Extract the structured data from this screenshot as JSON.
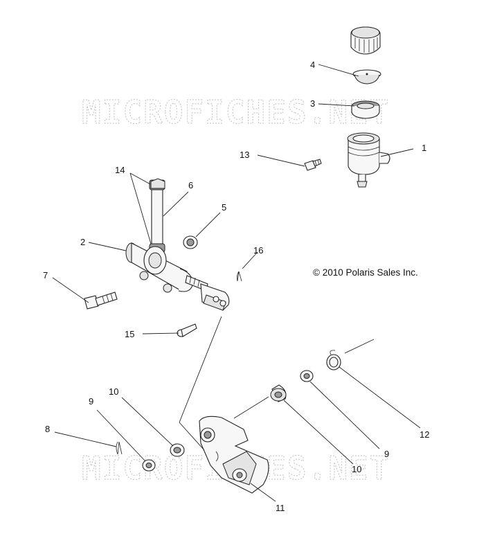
{
  "copyright": "© 2010 Polaris Sales Inc.",
  "watermarks": [
    "MICROFICHES.NET",
    "MICROFICHES.NET"
  ],
  "callouts": [
    "1",
    "2",
    "3",
    "4",
    "5",
    "6",
    "7",
    "8",
    "9",
    "10",
    "11",
    "12",
    "13",
    "14",
    "15",
    "16",
    "9",
    "10"
  ]
}
